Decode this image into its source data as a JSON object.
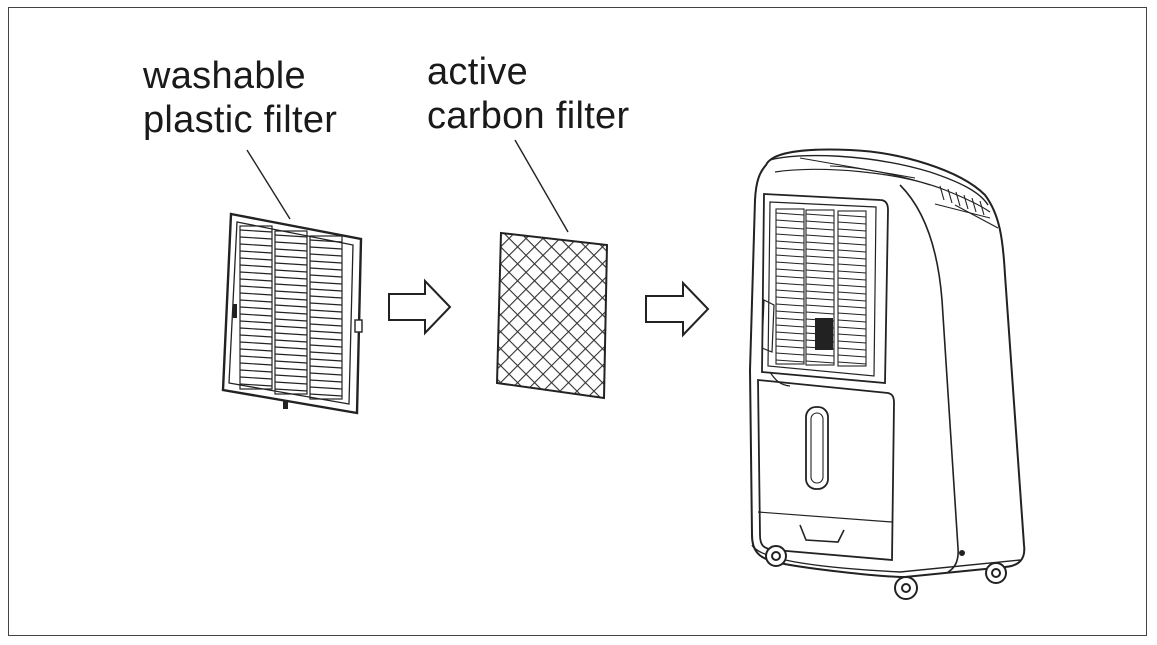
{
  "labels": {
    "plastic_filter": [
      "washable",
      "plastic filter"
    ],
    "carbon_filter": [
      "active",
      "carbon filter"
    ]
  },
  "colors": {
    "line": "#222222",
    "frame": "#444444",
    "background": "#ffffff"
  },
  "icons": {
    "arrow_1": "right-arrow-icon",
    "arrow_2": "right-arrow-icon"
  }
}
